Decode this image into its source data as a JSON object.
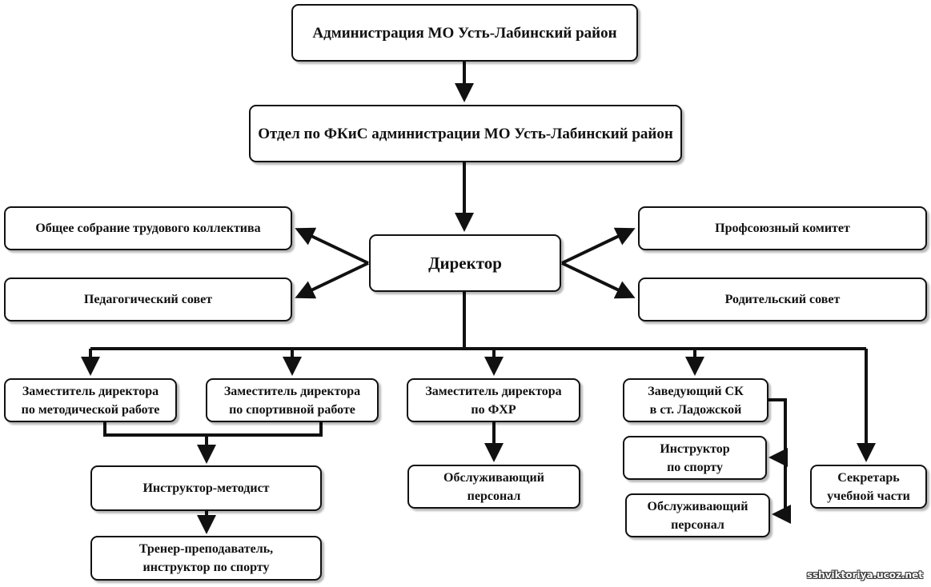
{
  "diagram": {
    "type": "org-chart",
    "nodes": {
      "admin": "Администрация МО Усть-Лабинский район",
      "dept": "Отдел по ФКиС администрации МО Усть-Лабинский район",
      "general_meeting": "Общее собрание трудового коллектива",
      "ped_council": "Педагогический совет",
      "director": "Директор",
      "union": "Профсоюзный комитет",
      "parent_council": "Родительский совет",
      "deputy_method": "Заместитель директора\nпо методической работе",
      "deputy_sport": "Заместитель директора\nпо спортивной работе",
      "deputy_fhr": "Заместитель директора\nпо ФХР",
      "head_sk": "Заведующий СК\nв ст. Ладожской",
      "secretary": "Секретарь\nучебной части",
      "instructor_methodist": "Инструктор-методист",
      "coach": "Тренер-преподаватель,\nинструктор по спорту",
      "service_staff_fhr": "Обслуживающий\nперсонал",
      "sk_instructor": "Инструктор\nпо спорту",
      "sk_service_staff": "Обслуживающий\nперсонал"
    },
    "edges": [
      [
        "admin",
        "dept"
      ],
      [
        "dept",
        "director"
      ],
      [
        "director",
        "general_meeting"
      ],
      [
        "director",
        "ped_council"
      ],
      [
        "director",
        "union"
      ],
      [
        "director",
        "parent_council"
      ],
      [
        "director",
        "deputy_method"
      ],
      [
        "director",
        "deputy_sport"
      ],
      [
        "director",
        "deputy_fhr"
      ],
      [
        "director",
        "head_sk"
      ],
      [
        "director",
        "secretary"
      ],
      [
        "deputy_method",
        "instructor_methodist"
      ],
      [
        "deputy_sport",
        "instructor_methodist"
      ],
      [
        "instructor_methodist",
        "coach"
      ],
      [
        "deputy_fhr",
        "service_staff_fhr"
      ],
      [
        "head_sk",
        "sk_instructor"
      ],
      [
        "head_sk",
        "sk_service_staff"
      ]
    ]
  },
  "watermark": "sshviktoriya.ucoz.net",
  "colors": {
    "line": "#111111",
    "box_fill": "#ffffff"
  }
}
